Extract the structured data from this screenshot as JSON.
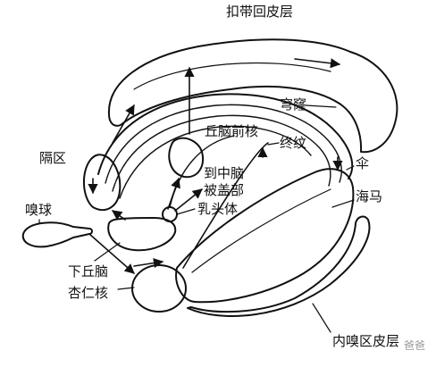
{
  "labels": {
    "cingulate": "扣带回皮层",
    "fornix": "穹窿",
    "anterior_thalamus": "丘脑前核",
    "stria_terminalis": "终纹",
    "to_midbrain": "到中脑",
    "tegmentum": "被盖部",
    "mammillary": "乳头体",
    "septum": "隔区",
    "fimbria": "伞",
    "hippocampus": "海马",
    "olfactory_bulb": "嗅球",
    "hypothalamus": "下丘脑",
    "amygdala": "杏仁核",
    "entorhinal": "内嗅区皮层"
  },
  "watermark": "爸爸"
}
